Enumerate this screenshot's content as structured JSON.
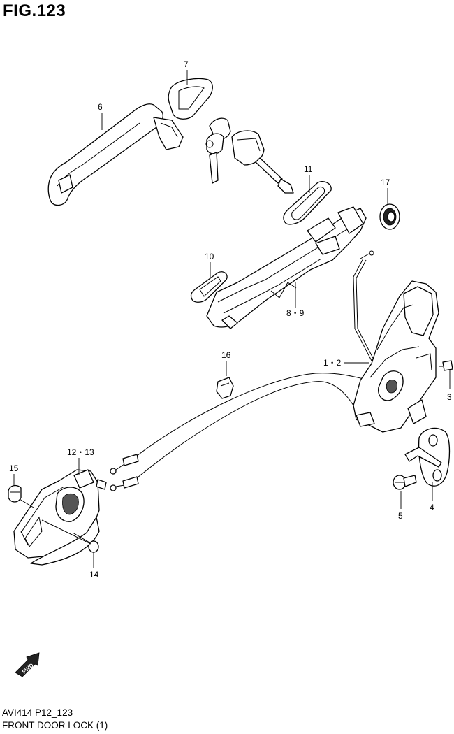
{
  "figure": {
    "title": "FIG.123",
    "code": "AVI414 P12_123",
    "caption": "FRONT DOOR LOCK (1)"
  },
  "fwd_label": "FWD",
  "callouts": [
    {
      "id": "c6",
      "label": "6"
    },
    {
      "id": "c7",
      "label": "7"
    },
    {
      "id": "c11",
      "label": "11"
    },
    {
      "id": "c17",
      "label": "17"
    },
    {
      "id": "c10",
      "label": "10"
    },
    {
      "id": "c89",
      "label": "8・9"
    },
    {
      "id": "c16",
      "label": "16"
    },
    {
      "id": "c12",
      "label": "1・2"
    },
    {
      "id": "c3",
      "label": "3"
    },
    {
      "id": "c1213",
      "label": "12・13"
    },
    {
      "id": "c15",
      "label": "15"
    },
    {
      "id": "c14",
      "label": "14"
    },
    {
      "id": "c5",
      "label": "5"
    },
    {
      "id": "c4",
      "label": "4"
    }
  ]
}
